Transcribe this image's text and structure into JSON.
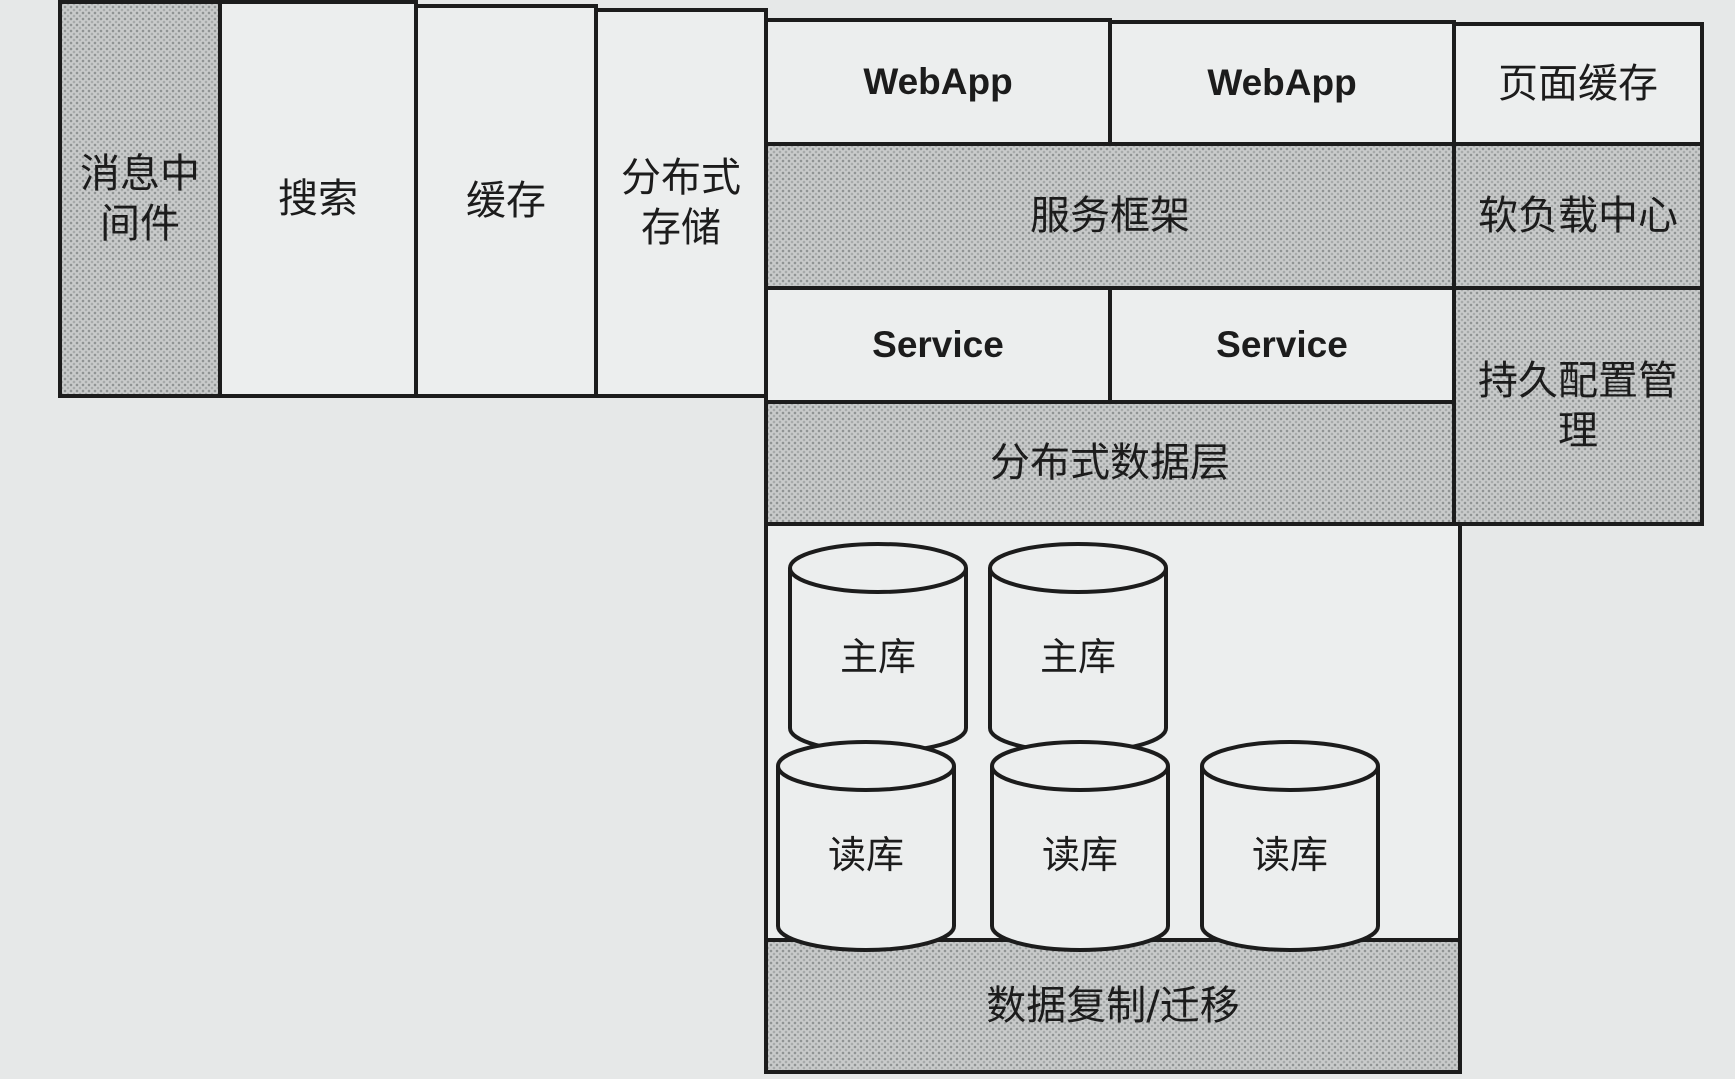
{
  "left_columns": [
    {
      "label": "消息中间件",
      "shade": "dark"
    },
    {
      "label": "搜索",
      "shade": "light"
    },
    {
      "label": "缓存",
      "shade": "light"
    },
    {
      "label": "分布式存储",
      "shade": "light"
    }
  ],
  "webapps": [
    "WebApp",
    "WebApp"
  ],
  "page_cache": "页面缓存",
  "service_framework": "服务框架",
  "soft_load_center": "软负载中心",
  "services": [
    "Service",
    "Service"
  ],
  "config_management": "持久配置管理",
  "distributed_data_layer": "分布式数据层",
  "master_dbs": [
    "主库",
    "主库"
  ],
  "read_dbs": [
    "读库",
    "读库",
    "读库"
  ],
  "data_replication": "数据复制/迁移"
}
